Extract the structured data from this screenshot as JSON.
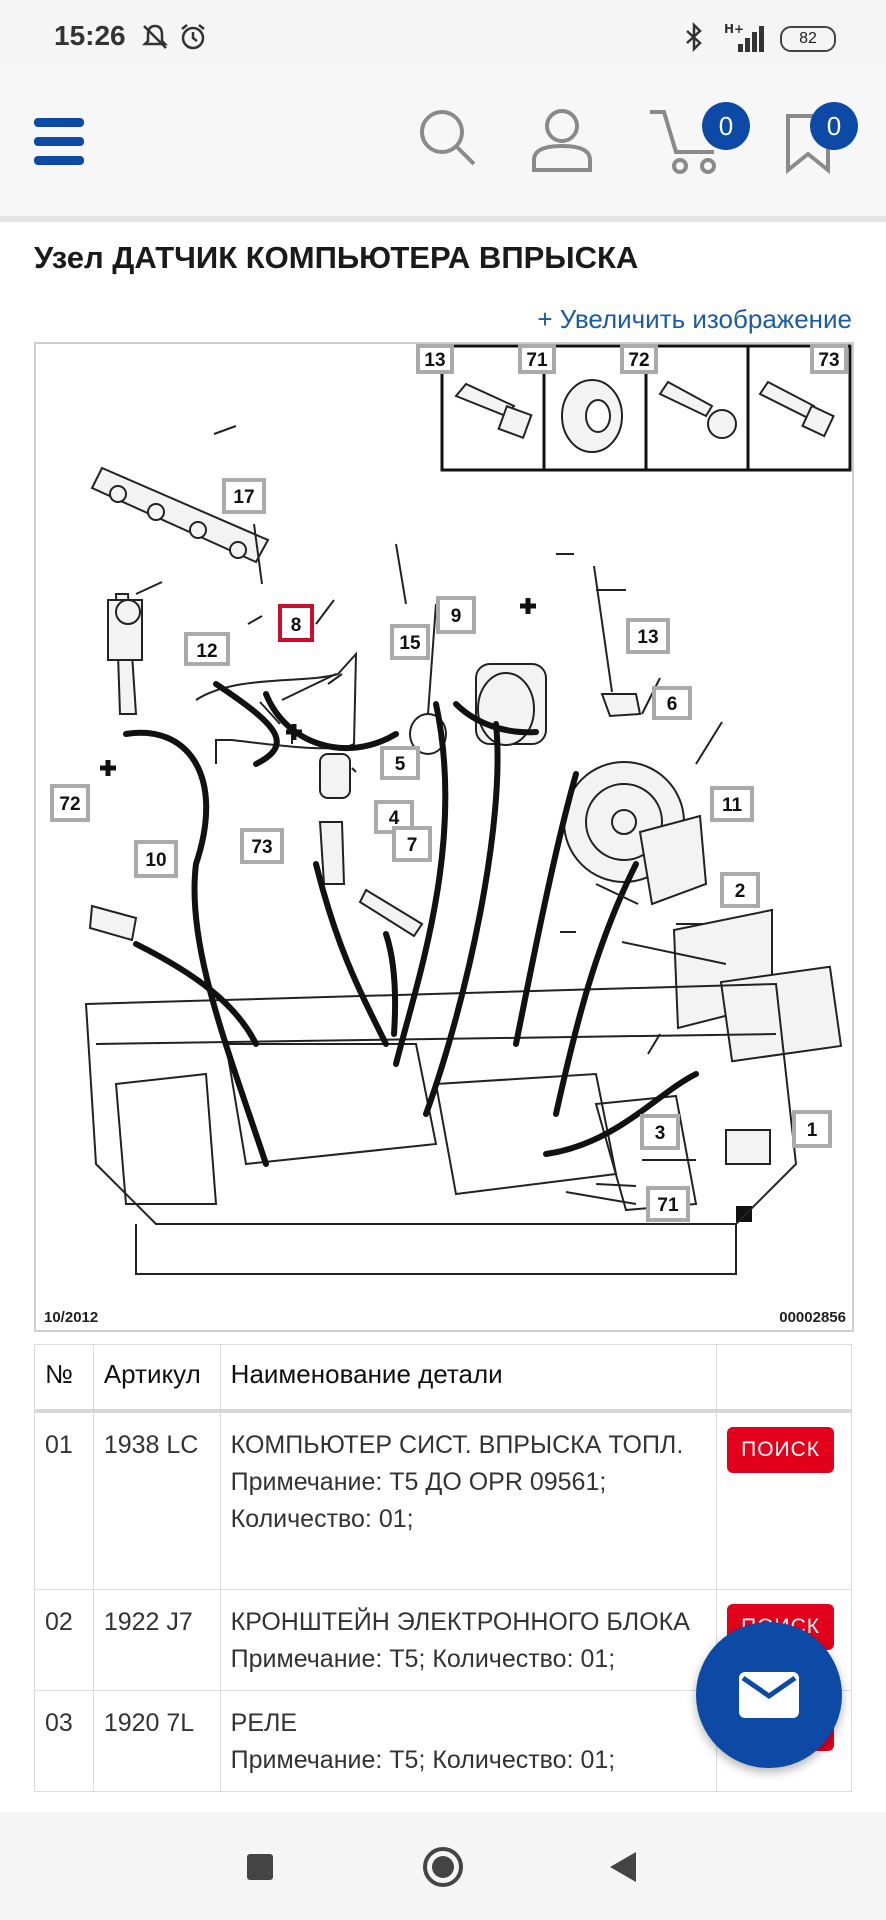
{
  "status_bar": {
    "time": "15:26",
    "network": "H+",
    "battery": "82"
  },
  "header": {
    "cart_count": "0",
    "saved_count": "0"
  },
  "page": {
    "title": "Узел ДАТЧИК КОМПЬЮТЕРА ВПРЫСКА",
    "zoom_link": "+ Увеличить изображение"
  },
  "diagram": {
    "date": "10/2012",
    "code": "00002856",
    "callouts": [
      "13",
      "71",
      "72",
      "73",
      "17",
      "8",
      "12",
      "9",
      "15",
      "13",
      "6",
      "5",
      "4",
      "73",
      "7",
      "72",
      "10",
      "11",
      "2",
      "1",
      "3",
      "71"
    ]
  },
  "table": {
    "headers": [
      "№",
      "Артикул",
      "Наименование детали",
      ""
    ],
    "search_label": "ПОИСК",
    "rows": [
      {
        "num": "01",
        "article": "1938 LC",
        "name": "КОМПЬЮТЕР СИСТ. ВПРЫСКА ТОПЛ.",
        "note": "Примечание: T5 ДО OPR 09561; Количество: 01;"
      },
      {
        "num": "02",
        "article": "1922 J7",
        "name": "КРОНШТЕЙН ЭЛЕКТРОННОГО БЛОКА",
        "note": "Примечание: T5; Количество: 01;"
      },
      {
        "num": "03",
        "article": "1920 7L",
        "name": "РЕЛЕ",
        "note": "Примечание: T5; Количество: 01;"
      }
    ]
  }
}
